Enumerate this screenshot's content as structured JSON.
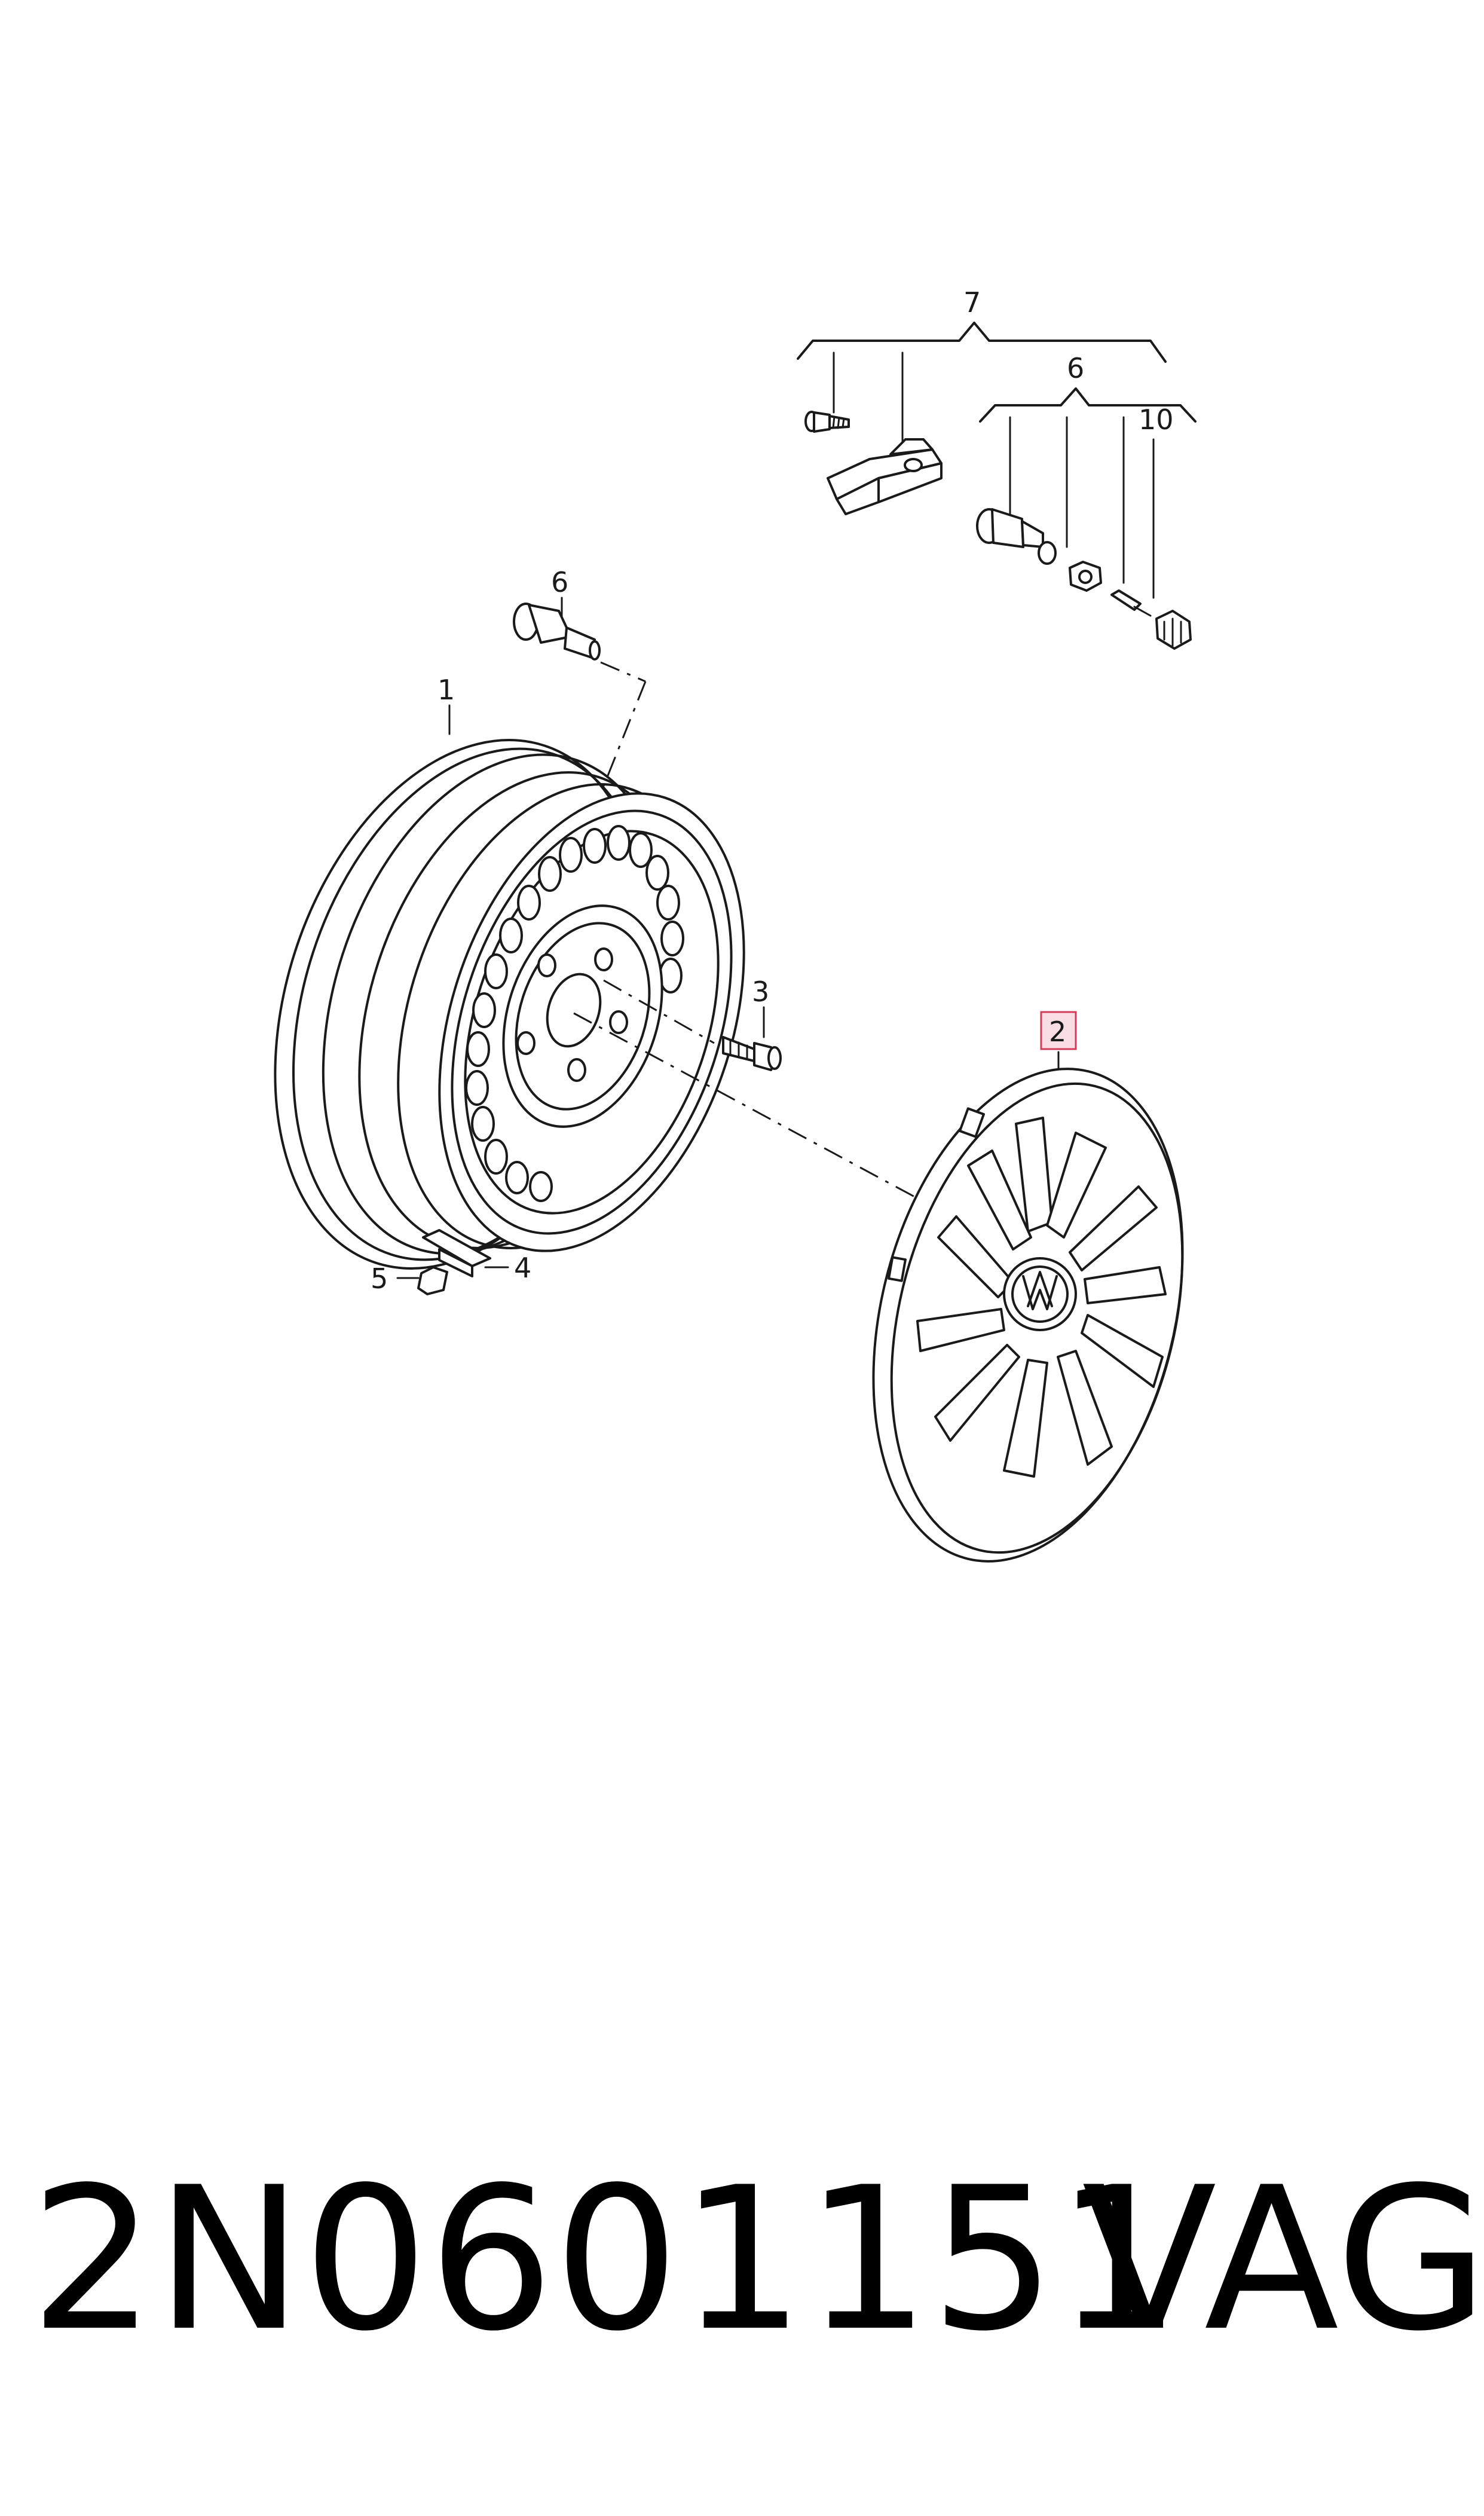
{
  "callouts": {
    "c1": "1",
    "c2": "2",
    "c3": "3",
    "c4": "4",
    "c5": "5",
    "c6_valve": "6",
    "c6_group": "6",
    "c7": "7",
    "c10": "10"
  },
  "highlight_color": "#d23c5a",
  "footer": {
    "part_number": "2N0601151",
    "brand": "VAG"
  }
}
